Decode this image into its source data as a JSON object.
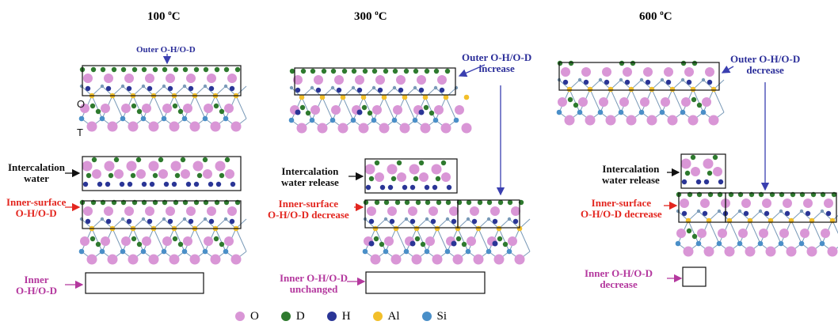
{
  "titles": {
    "t100": "100",
    "t300": "300",
    "t600": "600",
    "unit": "C",
    "degree": "o"
  },
  "labels": {
    "outer_100": "Outer O-H/O-D",
    "outer_300_a": "Outer O-H/O-D",
    "outer_300_b": "increase",
    "outer_600_a": "Outer O-H/O-D",
    "outer_600_b": "decrease",
    "O_letter": "O",
    "T_letter": "T",
    "intercalation_a": "Intercalation",
    "intercalation_b": "water",
    "intercalation_rel_a": "Intercalation",
    "intercalation_rel_b": "water release",
    "inner_surface_a": "Inner-surface",
    "inner_surface_b": "O-H/O-D",
    "inner_surface_dec_a": "Inner-surface",
    "inner_surface_dec_b": "O-H/O-D decrease",
    "inner_a": "Inner",
    "inner_b": "O-H/O-D",
    "inner_unch_a": "Inner O-H/O-D",
    "inner_unch_b": "unchanged",
    "inner_dec_a": "Inner O-H/O-D",
    "inner_dec_b": "decrease"
  },
  "legend": [
    {
      "symbol": "O",
      "color": "#d996d6"
    },
    {
      "symbol": "D",
      "color": "#2e7a2e"
    },
    {
      "symbol": "H",
      "color": "#2a3596"
    },
    {
      "symbol": "Al",
      "color": "#f2bf2a"
    },
    {
      "symbol": "Si",
      "color": "#4a8fc8"
    }
  ],
  "colors": {
    "O": "#d996d6",
    "D": "#2e7a2e",
    "H": "#2a3596",
    "Al": "#f2bf2a",
    "Si": "#4a8fc8",
    "bond": "#7a9ab8",
    "arrow_blue": "#3a3fb0",
    "arrow_red": "#e3261f",
    "arrow_purple": "#b4389e"
  }
}
